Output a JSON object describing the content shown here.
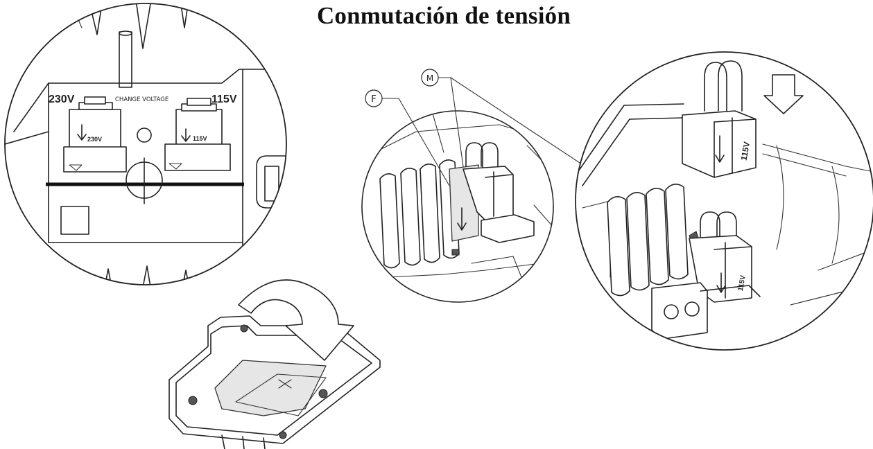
{
  "title": "Conmutación de tensión",
  "left_detail": {
    "label_230v": "230V",
    "label_change_voltage": "CHANGE VOLTAGE",
    "label_115v": "115V",
    "connector_230v_text": "230V",
    "connector_115v_text": "115V"
  },
  "middle_detail": {
    "callout_f": "F",
    "callout_m": "M"
  },
  "right_detail": {
    "connector_top_text": "115V",
    "connector_bottom_text": "115V"
  }
}
